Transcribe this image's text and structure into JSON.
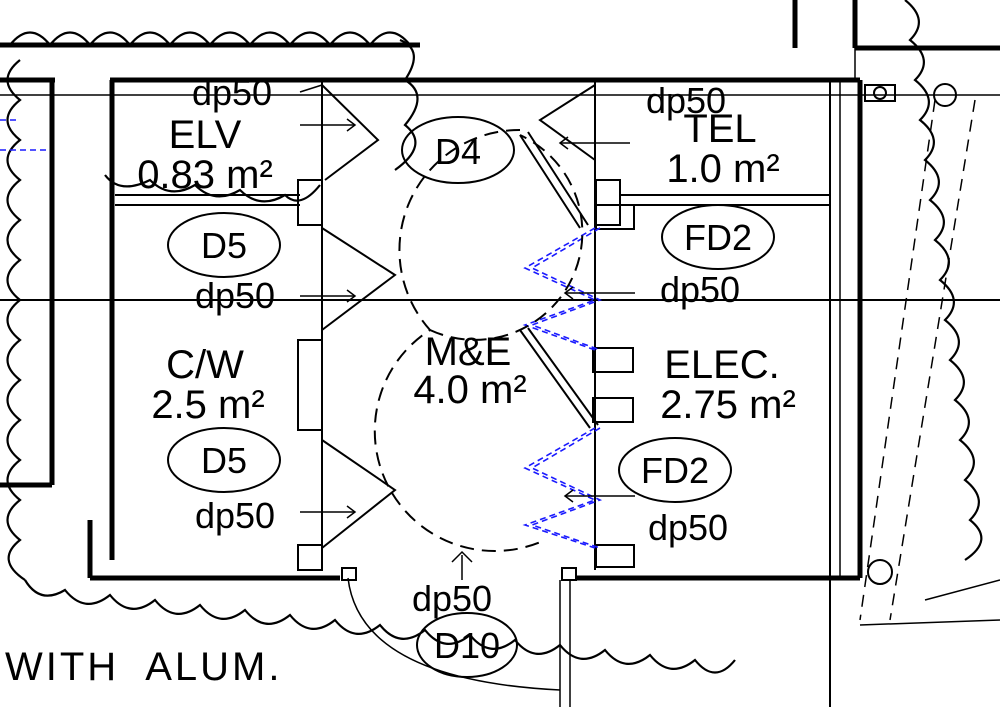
{
  "rooms": {
    "elv": {
      "name": "ELV",
      "area": "0.83 m²"
    },
    "tel": {
      "name": "TEL",
      "area": "1.0 m²"
    },
    "cw": {
      "name": "C/W",
      "area": "2.5 m²"
    },
    "me": {
      "name": "M&E",
      "area": "4.0 m²"
    },
    "elec": {
      "name": "ELEC.",
      "area": "2.75 m²"
    }
  },
  "door_tags": {
    "d4": "D4",
    "d5_upper": "D5",
    "d5_lower": "D5",
    "fd2_upper": "FD2",
    "fd2_lower": "FD2",
    "d10": "D10"
  },
  "dp_labels": {
    "elv": "dp50",
    "tel": "dp50",
    "cw_upper": "dp50",
    "elec_upper": "dp50",
    "cw_lower": "dp50",
    "elec_lower": "dp50",
    "me_bottom": "dp50"
  },
  "notes": {
    "bottom_left": "WITH  ALUM."
  },
  "colors": {
    "lines": "#000000",
    "hidden_lines": "#1a1aff",
    "background": "#ffffff"
  }
}
